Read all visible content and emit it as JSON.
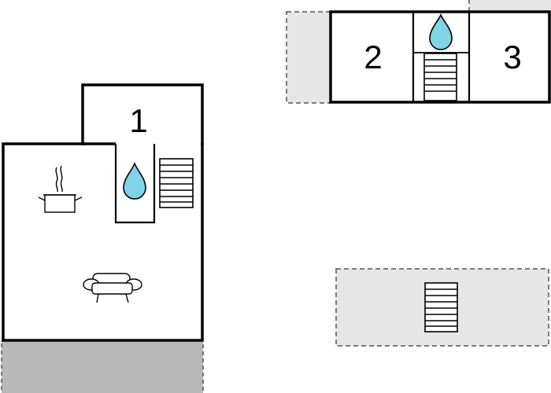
{
  "floor_plan": {
    "rooms": [
      {
        "label": "1"
      },
      {
        "label": "2"
      },
      {
        "label": "3"
      }
    ],
    "icons": {
      "kitchen": "cooking-pot-icon",
      "living": "sofa-icon",
      "bathroom": "water-drop-icon",
      "stairs": "staircase-icon"
    },
    "colors": {
      "wall": "#000000",
      "terrace_fill": "#e6e6e6",
      "terrace_border": "#555555",
      "ground_fill": "#b8b8b8",
      "water": "#7fd4e6"
    }
  }
}
